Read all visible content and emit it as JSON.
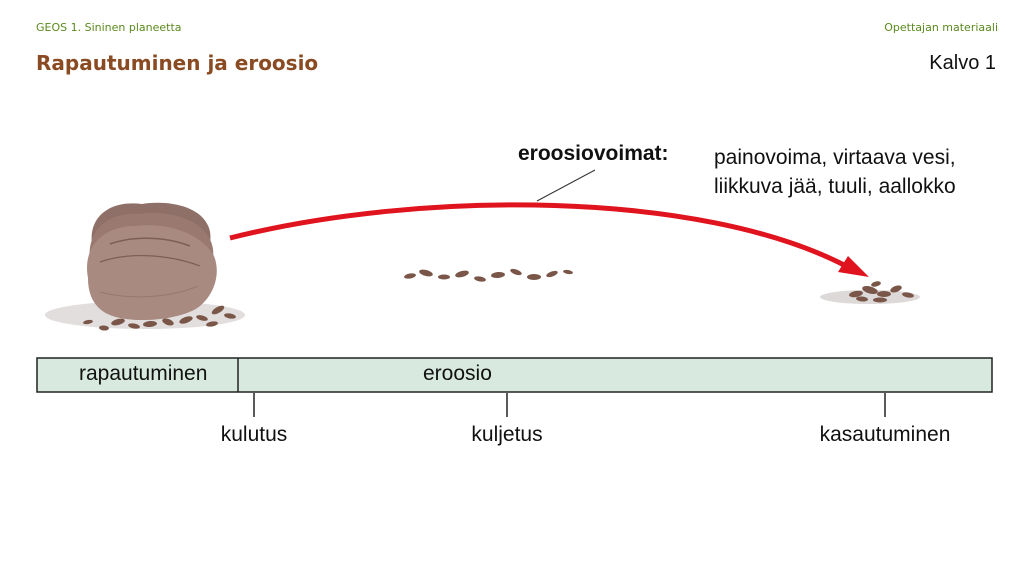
{
  "header": {
    "course": "GEOS 1. Sininen planeetta",
    "material": "Opettajan materiaali",
    "title": "Rapautuminen ja eroosio",
    "slide": "Kalvo 1"
  },
  "forces": {
    "label": "eroosiovoimat:",
    "line1": "painovoima, virtaava vesi,",
    "line2": "liikkuva jää, tuuli, aallokko"
  },
  "bar": {
    "left_label": "rapautuminen",
    "right_label": "eroosio"
  },
  "stages": [
    "kulutus",
    "kuljetus",
    "kasautuminen"
  ],
  "colors": {
    "header_green": "#5a8a1e",
    "title_brown": "#8a4a22",
    "arrow_red": "#e0141e",
    "bar_fill": "#d8eadf",
    "rock": "#a88a80",
    "debris": "#7a5648"
  }
}
